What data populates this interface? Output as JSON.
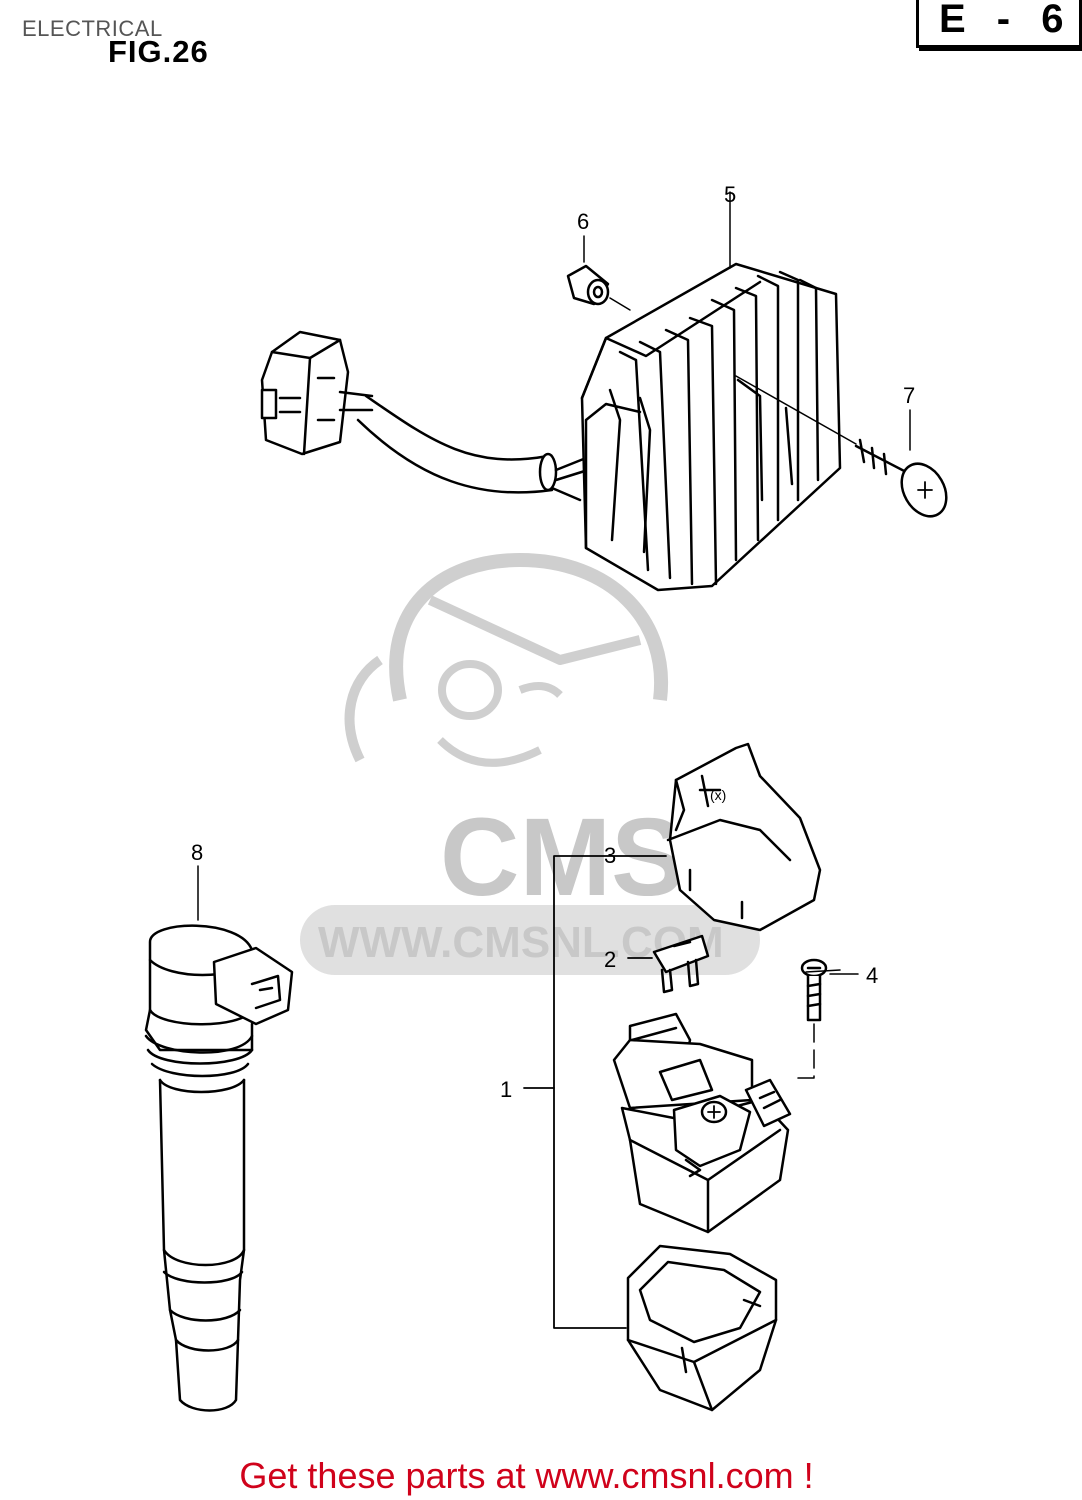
{
  "header": {
    "section_label": "ELECTRICAL",
    "figure_title": "FIG.26",
    "reference_code": "E - 6"
  },
  "callouts": [
    {
      "number": "1"
    },
    {
      "number": "2"
    },
    {
      "number": "3"
    },
    {
      "number": "4"
    },
    {
      "number": "5"
    },
    {
      "number": "6"
    },
    {
      "number": "7"
    },
    {
      "number": "8"
    }
  ],
  "watermark": {
    "brand": "CMS",
    "url": "WWW.CMSNL.COM"
  },
  "footer": {
    "link_text": "Get these parts at www.cmsnl.com !",
    "link_color": "#d0021b"
  }
}
